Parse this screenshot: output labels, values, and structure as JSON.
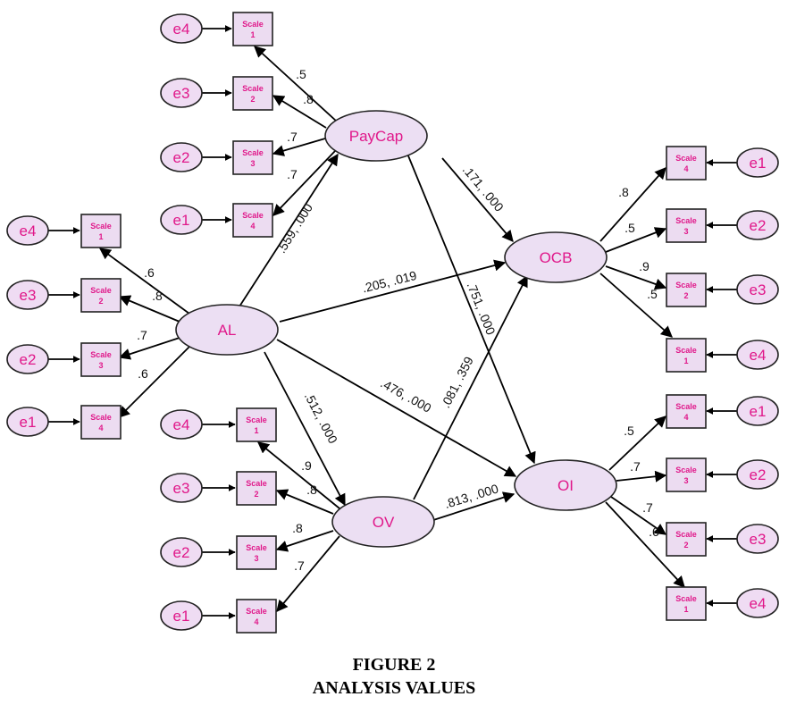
{
  "figure": {
    "title": "FIGURE 2",
    "subtitle": "ANALYSIS VALUES"
  },
  "nodes": {
    "paycap": "PayCap",
    "al": "AL",
    "ov": "OV",
    "ocb": "OCB",
    "oi": "OI",
    "pc_e4": "e4",
    "pc_e3": "e3",
    "pc_e2": "e2",
    "pc_e1": "e1",
    "pc_s1a": "Scale",
    "pc_s1b": "1",
    "pc_s2a": "Scale",
    "pc_s2b": "2",
    "pc_s3a": "Scale",
    "pc_s3b": "3",
    "pc_s4a": "Scale",
    "pc_s4b": "4",
    "al_e4": "e4",
    "al_e3": "e3",
    "al_e2": "e2",
    "al_e1": "e1",
    "al_s1a": "Scale",
    "al_s1b": "1",
    "al_s2a": "Scale",
    "al_s2b": "2",
    "al_s3a": "Scale",
    "al_s3b": "3",
    "al_s4a": "Scale",
    "al_s4b": "4",
    "ov_e4": "e4",
    "ov_e3": "e3",
    "ov_e2": "e2",
    "ov_e1": "e1",
    "ov_s1a": "Scale",
    "ov_s1b": "1",
    "ov_s2a": "Scale",
    "ov_s2b": "2",
    "ov_s3a": "Scale",
    "ov_s3b": "3",
    "ov_s4a": "Scale",
    "ov_s4b": "4",
    "ocb_e1": "e1",
    "ocb_e2": "e2",
    "ocb_e3": "e3",
    "ocb_e4": "e4",
    "ocb_s4a": "Scale",
    "ocb_s4b": "4",
    "ocb_s3a": "Scale",
    "ocb_s3b": "3",
    "ocb_s2a": "Scale",
    "ocb_s2b": "2",
    "ocb_s1a": "Scale",
    "ocb_s1b": "1",
    "oi_e1": "e1",
    "oi_e2": "e2",
    "oi_e3": "e3",
    "oi_e4": "e4",
    "oi_s4a": "Scale",
    "oi_s4b": "4",
    "oi_s3a": "Scale",
    "oi_s3b": "3",
    "oi_s2a": "Scale",
    "oi_s2b": "2",
    "oi_s1a": "Scale",
    "oi_s1b": "1"
  },
  "paths": {
    "al_paycap": ".559, .000",
    "al_ocb": ".205, .019",
    "al_oi": ".476, .000",
    "al_ov": ".512, .000",
    "paycap_ocb": ".171, .000",
    "paycap_oi": ".751, .000",
    "ov_ocb": ".081, .359",
    "ov_oi": ".813, .000"
  },
  "loadings": {
    "paycap": [
      ".5",
      ".8",
      ".7",
      ".7"
    ],
    "al": [
      ".6",
      ".8",
      ".7",
      ".6"
    ],
    "ov": [
      ".9",
      ".8",
      ".8",
      ".7"
    ],
    "ocb": [
      ".8",
      ".5",
      ".9",
      ".5"
    ],
    "oi": [
      ".5",
      ".7",
      ".7",
      ".6"
    ]
  }
}
